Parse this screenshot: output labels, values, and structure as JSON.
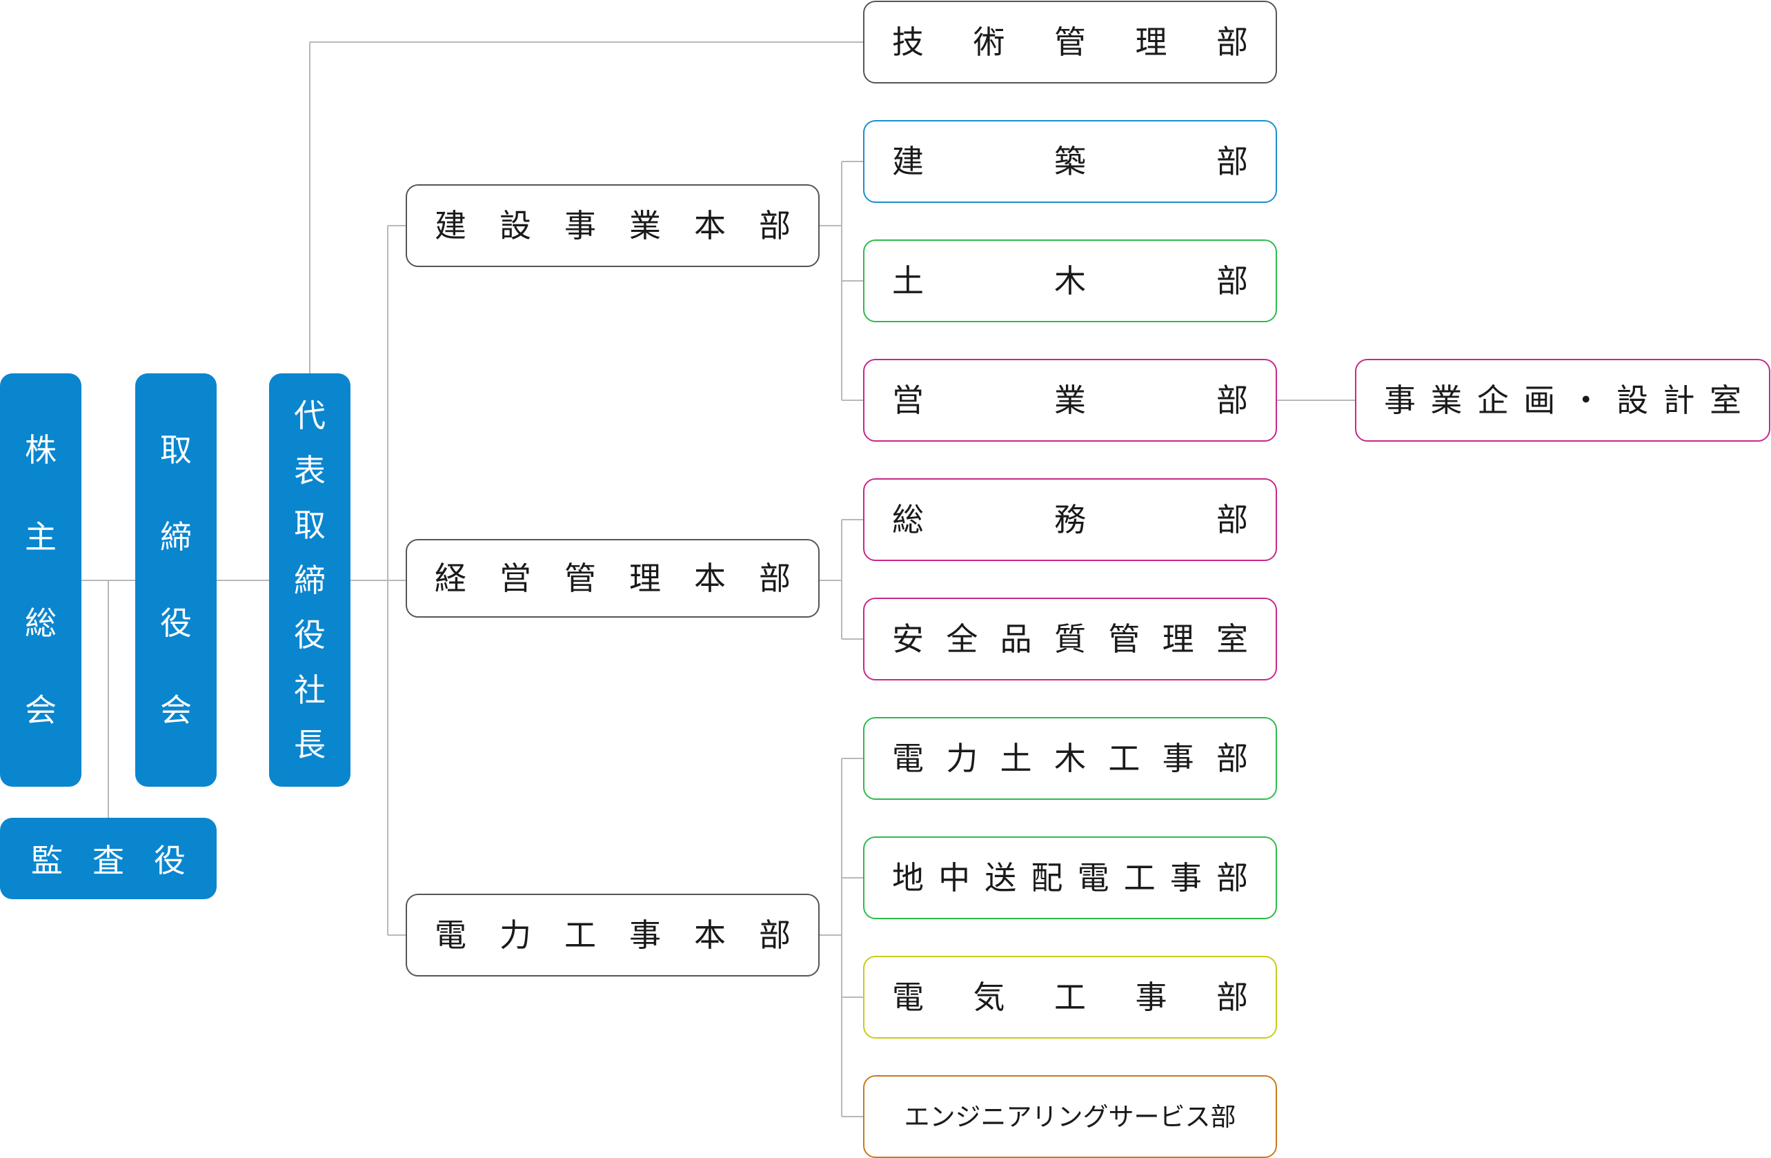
{
  "shareholders": {
    "label": "株主総会"
  },
  "board": {
    "label": "取締役会"
  },
  "auditor": {
    "label": "監査役"
  },
  "president": {
    "label": "代表取締役社長"
  },
  "tech": {
    "label": "技術管理部"
  },
  "divisions": [
    {
      "label": "建設事業本部"
    },
    {
      "label": "経営管理本部"
    },
    {
      "label": "電力工事本部"
    }
  ],
  "departments": [
    {
      "label": "建築部",
      "color": "#1a8ed0"
    },
    {
      "label": "土木部",
      "color": "#2dbb4a"
    },
    {
      "label": "営業部",
      "color": "#c8278a"
    },
    {
      "label": "総務部",
      "color": "#c8278a"
    },
    {
      "label": "安全品質管理室",
      "color": "#c8278a"
    },
    {
      "label": "電力土木工事部",
      "color": "#2dbb4a"
    },
    {
      "label": "地中送配電工事部",
      "color": "#2dbb4a"
    },
    {
      "label": "電気工事部",
      "color": "#c9cc18"
    },
    {
      "label": "エンジニアリングサービス部",
      "color": "#c87a1c"
    }
  ],
  "planning_office": {
    "label": "事業企画・設計室",
    "color": "#c8278a"
  },
  "colors": {
    "corporate_blue": "#0a86cf",
    "line": "#b8b8b8",
    "outline": "#555555"
  }
}
